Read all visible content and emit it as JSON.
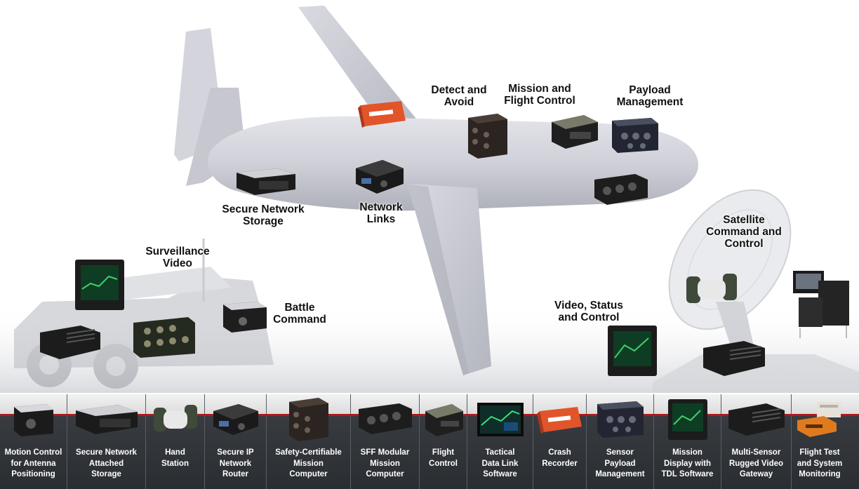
{
  "callouts": {
    "detect_avoid": "Detect and\nAvoid",
    "mission_flight": "Mission and\nFlight Control",
    "payload": "Payload\nManagement",
    "secure_storage": "Secure Network\nStorage",
    "network_links": "Network\nLinks",
    "surveillance": "Surveillance\nVideo",
    "battle": "Battle\nCommand",
    "satellite": "Satellite\nCommand and\nControl",
    "video_status": "Video, Status\nand Control"
  },
  "products": [
    {
      "label": "Motion Control\nfor Antenna\nPositioning",
      "icon": "motion-controller-icon"
    },
    {
      "label": "Secure Network\nAttached\nStorage",
      "icon": "storage-unit-icon"
    },
    {
      "label": "Hand\nStation",
      "icon": "hand-station-icon"
    },
    {
      "label": "Secure IP\nNetwork\nRouter",
      "icon": "router-icon"
    },
    {
      "label": "Safety-Certifiable\nMission\nComputer",
      "icon": "mission-computer-icon"
    },
    {
      "label": "SFF Modular\nMission\nComputer",
      "icon": "sff-computer-icon"
    },
    {
      "label": "Flight\nControl",
      "icon": "flight-control-icon"
    },
    {
      "label": "Tactical\nData Link\nSoftware",
      "icon": "software-screen-icon"
    },
    {
      "label": "Crash\nRecorder",
      "icon": "crash-recorder-icon"
    },
    {
      "label": "Sensor\nPayload\nManagement",
      "icon": "sensor-unit-icon"
    },
    {
      "label": "Mission\nDisplay with\nTDL Software",
      "icon": "display-icon"
    },
    {
      "label": "Multi-Sensor\nRugged Video\nGateway",
      "icon": "video-gateway-icon"
    },
    {
      "label": "Flight Test\nand System\nMonitoring",
      "icon": "flight-test-icon"
    }
  ],
  "colors": {
    "aircraft": "#c9cad3",
    "strip_dark": "#2f3236",
    "accent_red": "#b1161b",
    "recorder_orange": "#e2542a"
  }
}
